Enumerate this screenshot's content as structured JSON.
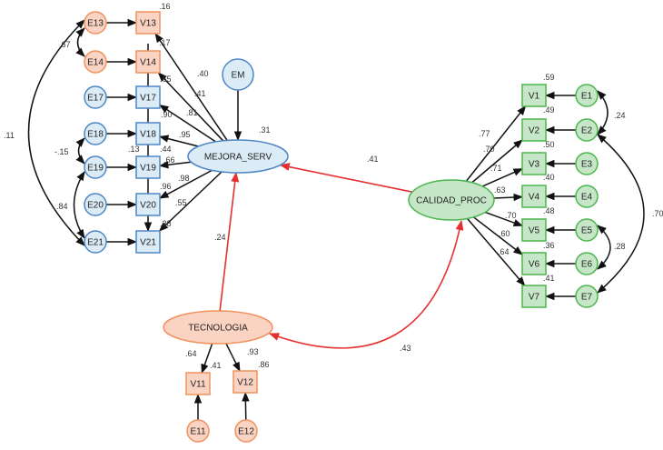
{
  "colors": {
    "orange_fill": "#fbd3c3",
    "orange_stroke": "#f0935e",
    "blue_fill": "#dcecf7",
    "blue_stroke": "#4f86c6",
    "green_fill": "#c6e6c8",
    "green_stroke": "#4cb64f",
    "red_path": "#e53030",
    "black_path": "#111111"
  },
  "nodes": [
    {
      "id": "E13",
      "label": "E13",
      "shape": "circle",
      "color": "orange"
    },
    {
      "id": "E14",
      "label": "E14",
      "shape": "circle",
      "color": "orange"
    },
    {
      "id": "E17",
      "label": "E17",
      "shape": "circle",
      "color": "blue"
    },
    {
      "id": "E18",
      "label": "E18",
      "shape": "circle",
      "color": "blue"
    },
    {
      "id": "E19",
      "label": "E19",
      "shape": "circle",
      "color": "blue"
    },
    {
      "id": "E20",
      "label": "E20",
      "shape": "circle",
      "color": "blue"
    },
    {
      "id": "E21",
      "label": "E21",
      "shape": "circle",
      "color": "blue"
    },
    {
      "id": "V13",
      "label": "V13",
      "shape": "box",
      "color": "orange"
    },
    {
      "id": "V14",
      "label": "V14",
      "shape": "box",
      "color": "orange"
    },
    {
      "id": "V17",
      "label": "V17",
      "shape": "box",
      "color": "blue"
    },
    {
      "id": "V18",
      "label": "V18",
      "shape": "box",
      "color": "blue"
    },
    {
      "id": "V19",
      "label": "V19",
      "shape": "box",
      "color": "blue"
    },
    {
      "id": "V20",
      "label": "V20",
      "shape": "box",
      "color": "blue"
    },
    {
      "id": "V21",
      "label": "V21",
      "shape": "box",
      "color": "blue"
    },
    {
      "id": "EM",
      "label": "EM",
      "shape": "circle",
      "color": "blue"
    },
    {
      "id": "MEJORA",
      "label": "MEJORA_SERV",
      "shape": "ellipse",
      "color": "blue"
    },
    {
      "id": "CALIDAD",
      "label": "CALIDAD_PROC",
      "shape": "ellipse",
      "color": "green"
    },
    {
      "id": "TEC",
      "label": "TECNOLOGIA",
      "shape": "ellipse",
      "color": "orange"
    },
    {
      "id": "V1",
      "label": "V1",
      "shape": "box",
      "color": "green"
    },
    {
      "id": "V2",
      "label": "V2",
      "shape": "box",
      "color": "green"
    },
    {
      "id": "V3",
      "label": "V3",
      "shape": "box",
      "color": "green"
    },
    {
      "id": "V4",
      "label": "V4",
      "shape": "box",
      "color": "green"
    },
    {
      "id": "V5",
      "label": "V5",
      "shape": "box",
      "color": "green"
    },
    {
      "id": "V6",
      "label": "V6",
      "shape": "box",
      "color": "green"
    },
    {
      "id": "V7",
      "label": "V7",
      "shape": "box",
      "color": "green"
    },
    {
      "id": "E1",
      "label": "E1",
      "shape": "circle",
      "color": "green"
    },
    {
      "id": "E2",
      "label": "E2",
      "shape": "circle",
      "color": "green"
    },
    {
      "id": "E3",
      "label": "E3",
      "shape": "circle",
      "color": "green"
    },
    {
      "id": "E4",
      "label": "E4",
      "shape": "circle",
      "color": "green"
    },
    {
      "id": "E5",
      "label": "E5",
      "shape": "circle",
      "color": "green"
    },
    {
      "id": "E6",
      "label": "E6",
      "shape": "circle",
      "color": "green"
    },
    {
      "id": "E7",
      "label": "E7",
      "shape": "circle",
      "color": "green"
    },
    {
      "id": "V11",
      "label": "V11",
      "shape": "box",
      "color": "orange"
    },
    {
      "id": "V12",
      "label": "V12",
      "shape": "box",
      "color": "orange"
    },
    {
      "id": "E11",
      "label": "E11",
      "shape": "circle",
      "color": "orange"
    },
    {
      "id": "E12",
      "label": "E12",
      "shape": "circle",
      "color": "orange"
    }
  ],
  "paths": [
    {
      "from": "E13",
      "to": "V13",
      "coef": ""
    },
    {
      "from": "E14",
      "to": "V14",
      "coef": ""
    },
    {
      "from": "E17",
      "to": "V17",
      "coef": ""
    },
    {
      "from": "E18",
      "to": "V18",
      "coef": ""
    },
    {
      "from": "E19",
      "to": "V19",
      "coef": ""
    },
    {
      "from": "E20",
      "to": "V20",
      "coef": ""
    },
    {
      "from": "E21",
      "to": "V21",
      "coef": ""
    },
    {
      "from": "MEJORA",
      "to": "V13",
      "coef": ".40"
    },
    {
      "from": "MEJORA",
      "to": "V14",
      "coef": ".41"
    },
    {
      "from": "MEJORA",
      "to": "V17",
      "coef": ".81"
    },
    {
      "from": "MEJORA",
      "to": "V18",
      "coef": ".95"
    },
    {
      "from": "MEJORA",
      "to": "V19",
      "coef": ".66"
    },
    {
      "from": "MEJORA",
      "to": "V20",
      "coef": ".98"
    },
    {
      "from": "MEJORA",
      "to": "V21",
      "coef": ".55"
    },
    {
      "from": "V14",
      "to": "V21",
      "coef": ".13"
    },
    {
      "from": "EM",
      "to": "MEJORA",
      "coef": ""
    },
    {
      "from": "CALIDAD",
      "to": "MEJORA",
      "coef": ".41",
      "color": "red"
    },
    {
      "from": "TEC",
      "to": "MEJORA",
      "coef": ".24",
      "color": "red"
    },
    {
      "from": "CALIDAD",
      "to": "V1",
      "coef": ".77"
    },
    {
      "from": "CALIDAD",
      "to": "V2",
      "coef": ".70"
    },
    {
      "from": "CALIDAD",
      "to": "V3",
      "coef": ".71"
    },
    {
      "from": "CALIDAD",
      "to": "V4",
      "coef": ".63"
    },
    {
      "from": "CALIDAD",
      "to": "V5",
      "coef": ".70"
    },
    {
      "from": "CALIDAD",
      "to": "V6",
      "coef": ".60"
    },
    {
      "from": "CALIDAD",
      "to": "V7",
      "coef": ".64"
    },
    {
      "from": "E1",
      "to": "V1",
      "coef": ""
    },
    {
      "from": "E2",
      "to": "V2",
      "coef": ""
    },
    {
      "from": "E3",
      "to": "V3",
      "coef": ""
    },
    {
      "from": "E4",
      "to": "V4",
      "coef": ""
    },
    {
      "from": "E5",
      "to": "V5",
      "coef": ""
    },
    {
      "from": "E6",
      "to": "V6",
      "coef": ""
    },
    {
      "from": "E7",
      "to": "V7",
      "coef": ""
    },
    {
      "from": "TEC",
      "to": "V11",
      "coef": ".64"
    },
    {
      "from": "TEC",
      "to": "V12",
      "coef": ".93"
    },
    {
      "from": "E11",
      "to": "V11",
      "coef": ""
    },
    {
      "from": "E12",
      "to": "V12",
      "coef": ""
    }
  ],
  "covariances": [
    {
      "a": "E13",
      "b": "E14",
      "coef": ".67"
    },
    {
      "a": "E13",
      "b": "E21",
      "coef": ".11"
    },
    {
      "a": "E18",
      "b": "E19",
      "coef": "-.15"
    },
    {
      "a": "E19",
      "b": "E21",
      "coef": ".84"
    },
    {
      "a": "E1",
      "b": "E2",
      "coef": ".24"
    },
    {
      "a": "E5",
      "b": "E6",
      "coef": ".28"
    },
    {
      "a": "E2",
      "b": "E7",
      "coef": ".70"
    },
    {
      "a": "TEC",
      "b": "CALIDAD",
      "coef": ".43",
      "color": "red"
    }
  ],
  "r_squared": {
    "V13": ".16",
    "V14": ".17",
    "V17": ".65",
    "V18": ".90",
    "V19": ".44",
    "V20": ".96",
    "V21": ".38",
    "MEJORA": ".31",
    "V1": ".59",
    "V2": ".49",
    "V3": ".50",
    "V4": ".40",
    "V5": ".48",
    "V6": ".36",
    "V7": ".41",
    "V11": ".41",
    "V12": ".86"
  }
}
